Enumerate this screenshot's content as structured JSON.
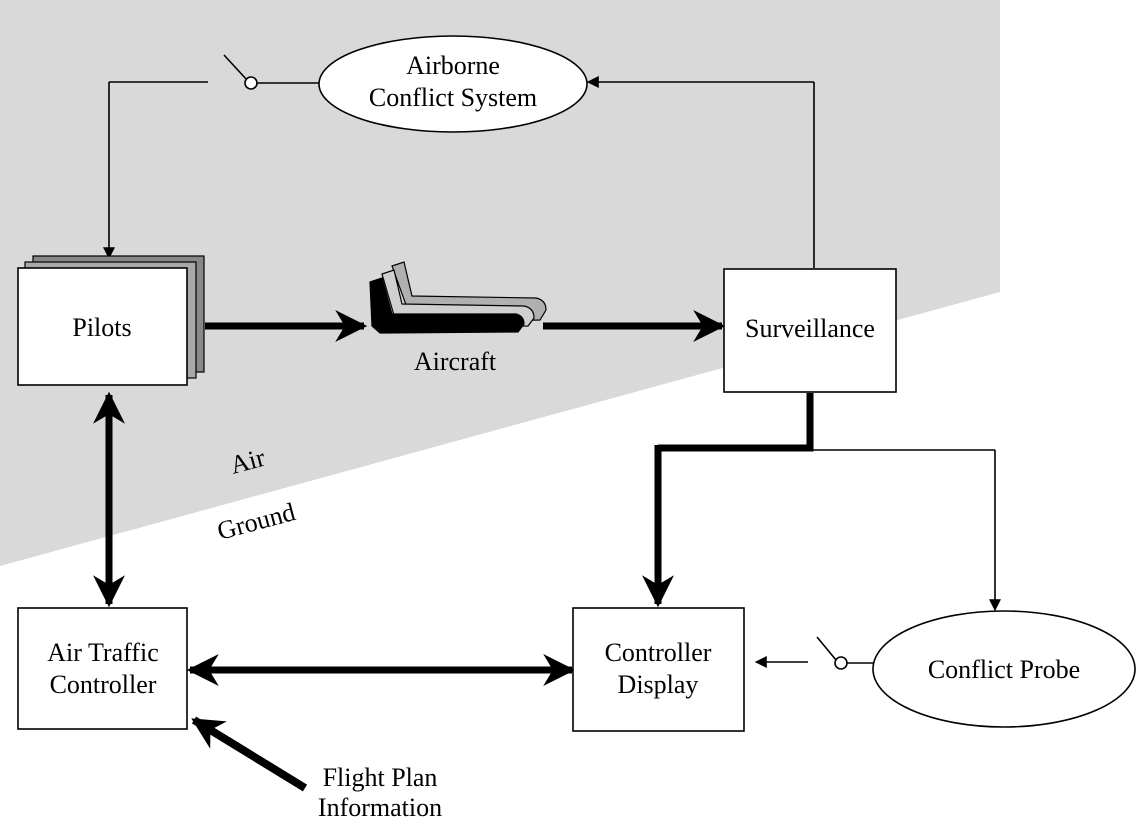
{
  "colors": {
    "air_region": "#d9d9d9",
    "line": "#000000",
    "box_fill": "#ffffff",
    "stack_shadow": "#888888",
    "aircraft_shadow": "#b0b0b0"
  },
  "icons": {
    "aircraft": "aircraft-icon",
    "switch": "switch-icon"
  },
  "regions": {
    "air_label": "Air",
    "ground_label": "Ground"
  },
  "nodes": {
    "airborne_conflict_system": {
      "line1": "Airborne",
      "line2": "Conflict System"
    },
    "pilots": {
      "label": "Pilots"
    },
    "aircraft": {
      "label": "Aircraft"
    },
    "surveillance": {
      "label": "Surveillance"
    },
    "air_traffic_controller": {
      "line1": "Air Traffic",
      "line2": "Controller"
    },
    "controller_display": {
      "line1": "Controller",
      "line2": "Display"
    },
    "conflict_probe": {
      "label": "Conflict Probe"
    },
    "flight_plan": {
      "line1": "Flight Plan",
      "line2": "Information"
    }
  }
}
